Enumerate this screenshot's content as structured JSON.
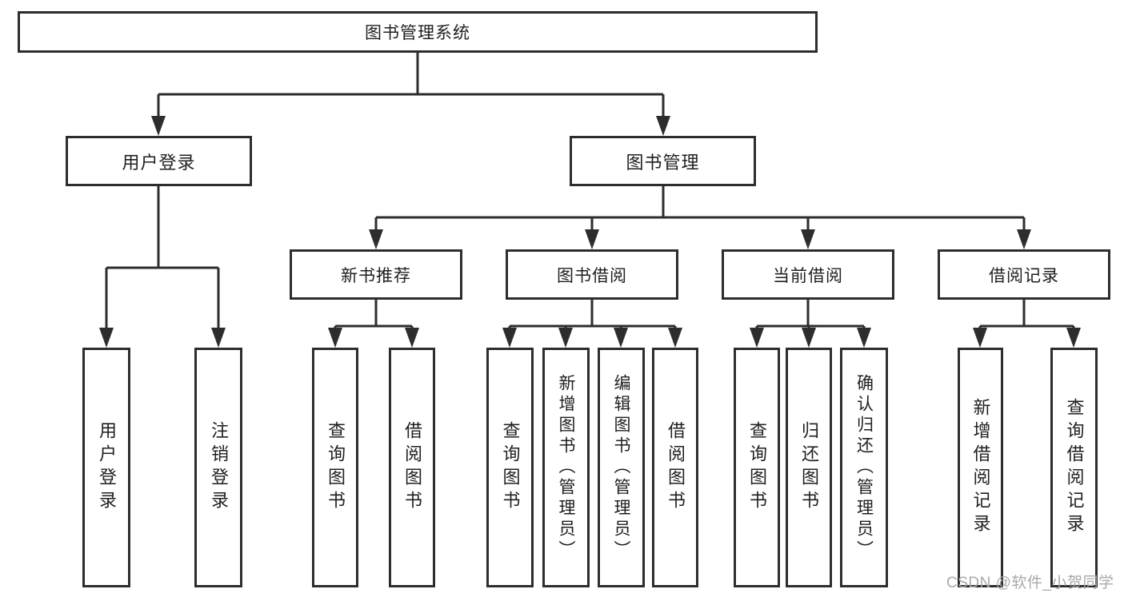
{
  "diagram": {
    "root": {
      "label": "图书管理系统"
    },
    "level2": [
      {
        "label": "用户登录"
      },
      {
        "label": "图书管理"
      }
    ],
    "level3": [
      {
        "label": "新书推荐"
      },
      {
        "label": "图书借阅"
      },
      {
        "label": "当前借阅"
      },
      {
        "label": "借阅记录"
      }
    ],
    "leaves": {
      "user_login": [
        "用户登录",
        "注销登录"
      ],
      "new_books": [
        "查询图书",
        "借阅图书"
      ],
      "book_borrow": [
        "查询图书",
        "新增图书（管理员）",
        "编辑图书（管理员）",
        "借阅图书"
      ],
      "current_borrow": [
        "查询图书",
        "归还图书",
        "确认归还（管理员）"
      ],
      "borrow_records": [
        "新增借阅记录",
        "查询借阅记录"
      ]
    }
  },
  "watermark": "CSDN @软件_小贺同学",
  "colors": {
    "line": "#2d2d2d",
    "text": "#1f1f1f",
    "watermark": "#a9a9a9",
    "background": "#ffffff"
  }
}
